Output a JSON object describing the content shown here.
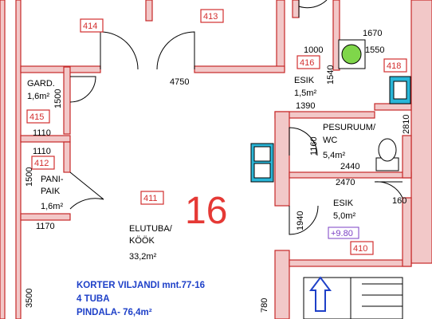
{
  "apartment_number": "16",
  "info": {
    "line1": "KORTER VILJANDI mnt.77-16",
    "line2": "4 TUBA",
    "line3": "PINDALA- 76,4m²"
  },
  "room_ids": {
    "r414": "414",
    "r413": "413",
    "r416": "416",
    "r418": "418",
    "r415": "415",
    "r412": "412",
    "r411": "411",
    "r410": "410"
  },
  "rooms": {
    "gard_name": "GARD.",
    "gard_area": "1,6m²",
    "pani_name1": "PANI-",
    "pani_name2": "PAIK",
    "pani_area": "1,6m²",
    "elu_name1": "ELUTUBA/",
    "elu_name2": "KÖÖK",
    "elu_area": "33,2m²",
    "esik_top_name": "ESIK",
    "esik_top_area": "1,5m²",
    "pesu_name1": "PESURUUM/",
    "pesu_name2": "WC",
    "pesu_area": "5,4m²",
    "esik_bottom_name": "ESIK",
    "esik_bottom_area": "5,0m²"
  },
  "dimensions": {
    "d4750": "4750",
    "d1000": "1000",
    "d1670": "1670",
    "d1550": "1550",
    "d1540": "1540",
    "d1390": "1390",
    "d1500a": "1500",
    "d1110a": "1110",
    "d1110b": "1110",
    "d1500b": "1500",
    "d1170": "1170",
    "d2810": "2810",
    "d1160": "1160",
    "d2440": "2440",
    "d2470": "2470",
    "d160": "160",
    "d1940": "1940",
    "d3500": "3500",
    "d780": "780"
  },
  "floor_level": "+9.80"
}
